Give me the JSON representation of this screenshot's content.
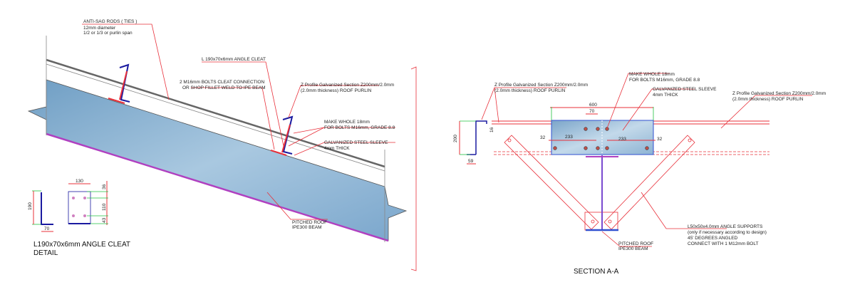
{
  "left_view": {
    "anti_sag": {
      "title": "ANTI-SAG RODS ( TIES )",
      "line1": "12mm diameter",
      "line2": "1/2 or 1/3 or purlin span"
    },
    "angle_cleat": "L 190x70x6mm ANGLE CLEAT",
    "bolts": {
      "line1": "2 M16mm BOLTS CLEAT CONNECTION",
      "line2": "OR SHOP FILLET WELD TO IPE BEAM"
    },
    "purlin": {
      "line1": "Z Profile Galvanized Section Z200mm/2.0mm",
      "line2": "(2.0mm thickness) ROOF PURLIN"
    },
    "hole": {
      "line1": "MAKE WHOLE 18mm",
      "line2": "FOR BOLTS M16mm, GRADE 8.8"
    },
    "sleeve": {
      "line1": "GALVANIZED STEEL SLEEVE",
      "line2": "4mm THICK"
    },
    "beam": {
      "line1": "PITCHED ROOF",
      "line2": "IPE300 BEAM"
    }
  },
  "cleat_detail": {
    "title_line1": "L190x70x6mm ANGLE CLEAT",
    "title_line2": "DETAIL",
    "dims": {
      "height": "190",
      "width": "70",
      "plate_width": "130",
      "top": "36",
      "mid": "110",
      "bottom": "43"
    }
  },
  "section": {
    "title": "SECTION A-A",
    "purlin_left": {
      "line1": "Z Profile Galvanized Section Z200mm/2.0mm",
      "line2": "(2.0mm thickness) ROOF PURLIN"
    },
    "purlin_right": {
      "line1": "Z Profile Galvanized Section Z200mm/2.0mm",
      "line2": "(2.0mm thickness) ROOF PURLIN"
    },
    "hole": {
      "line1": "MAKE WHOLE 18mm",
      "line2": "FOR BOLTS M16mm, GRADE 8.8"
    },
    "sleeve": {
      "line1": "GALVANIZED STEEL SLEEVE",
      "line2": "4mm THICK"
    },
    "supports": {
      "line1": "L50x50x4.0mm ANGLE SUPPORTS",
      "line2": "(only if necessary according to design)",
      "line3": "45' DEGREES ANGLED",
      "line4": "CONNECT WITH 1 M12mm BOLT"
    },
    "beam": {
      "line1": "PITCHED ROOF",
      "line2": "IPE300 BEAM"
    },
    "dims": {
      "sleeve_width": "600",
      "gap": "70",
      "edge_left": "32",
      "span_left": "233",
      "span_right": "233",
      "edge_right": "32",
      "z_height": "200",
      "z_flange": "59",
      "lip": "16"
    }
  },
  "colors": {
    "beam": "#8fb6d6",
    "leader": "#e8303a",
    "purlin": "#1a1aa0",
    "dim": "#20c040"
  }
}
